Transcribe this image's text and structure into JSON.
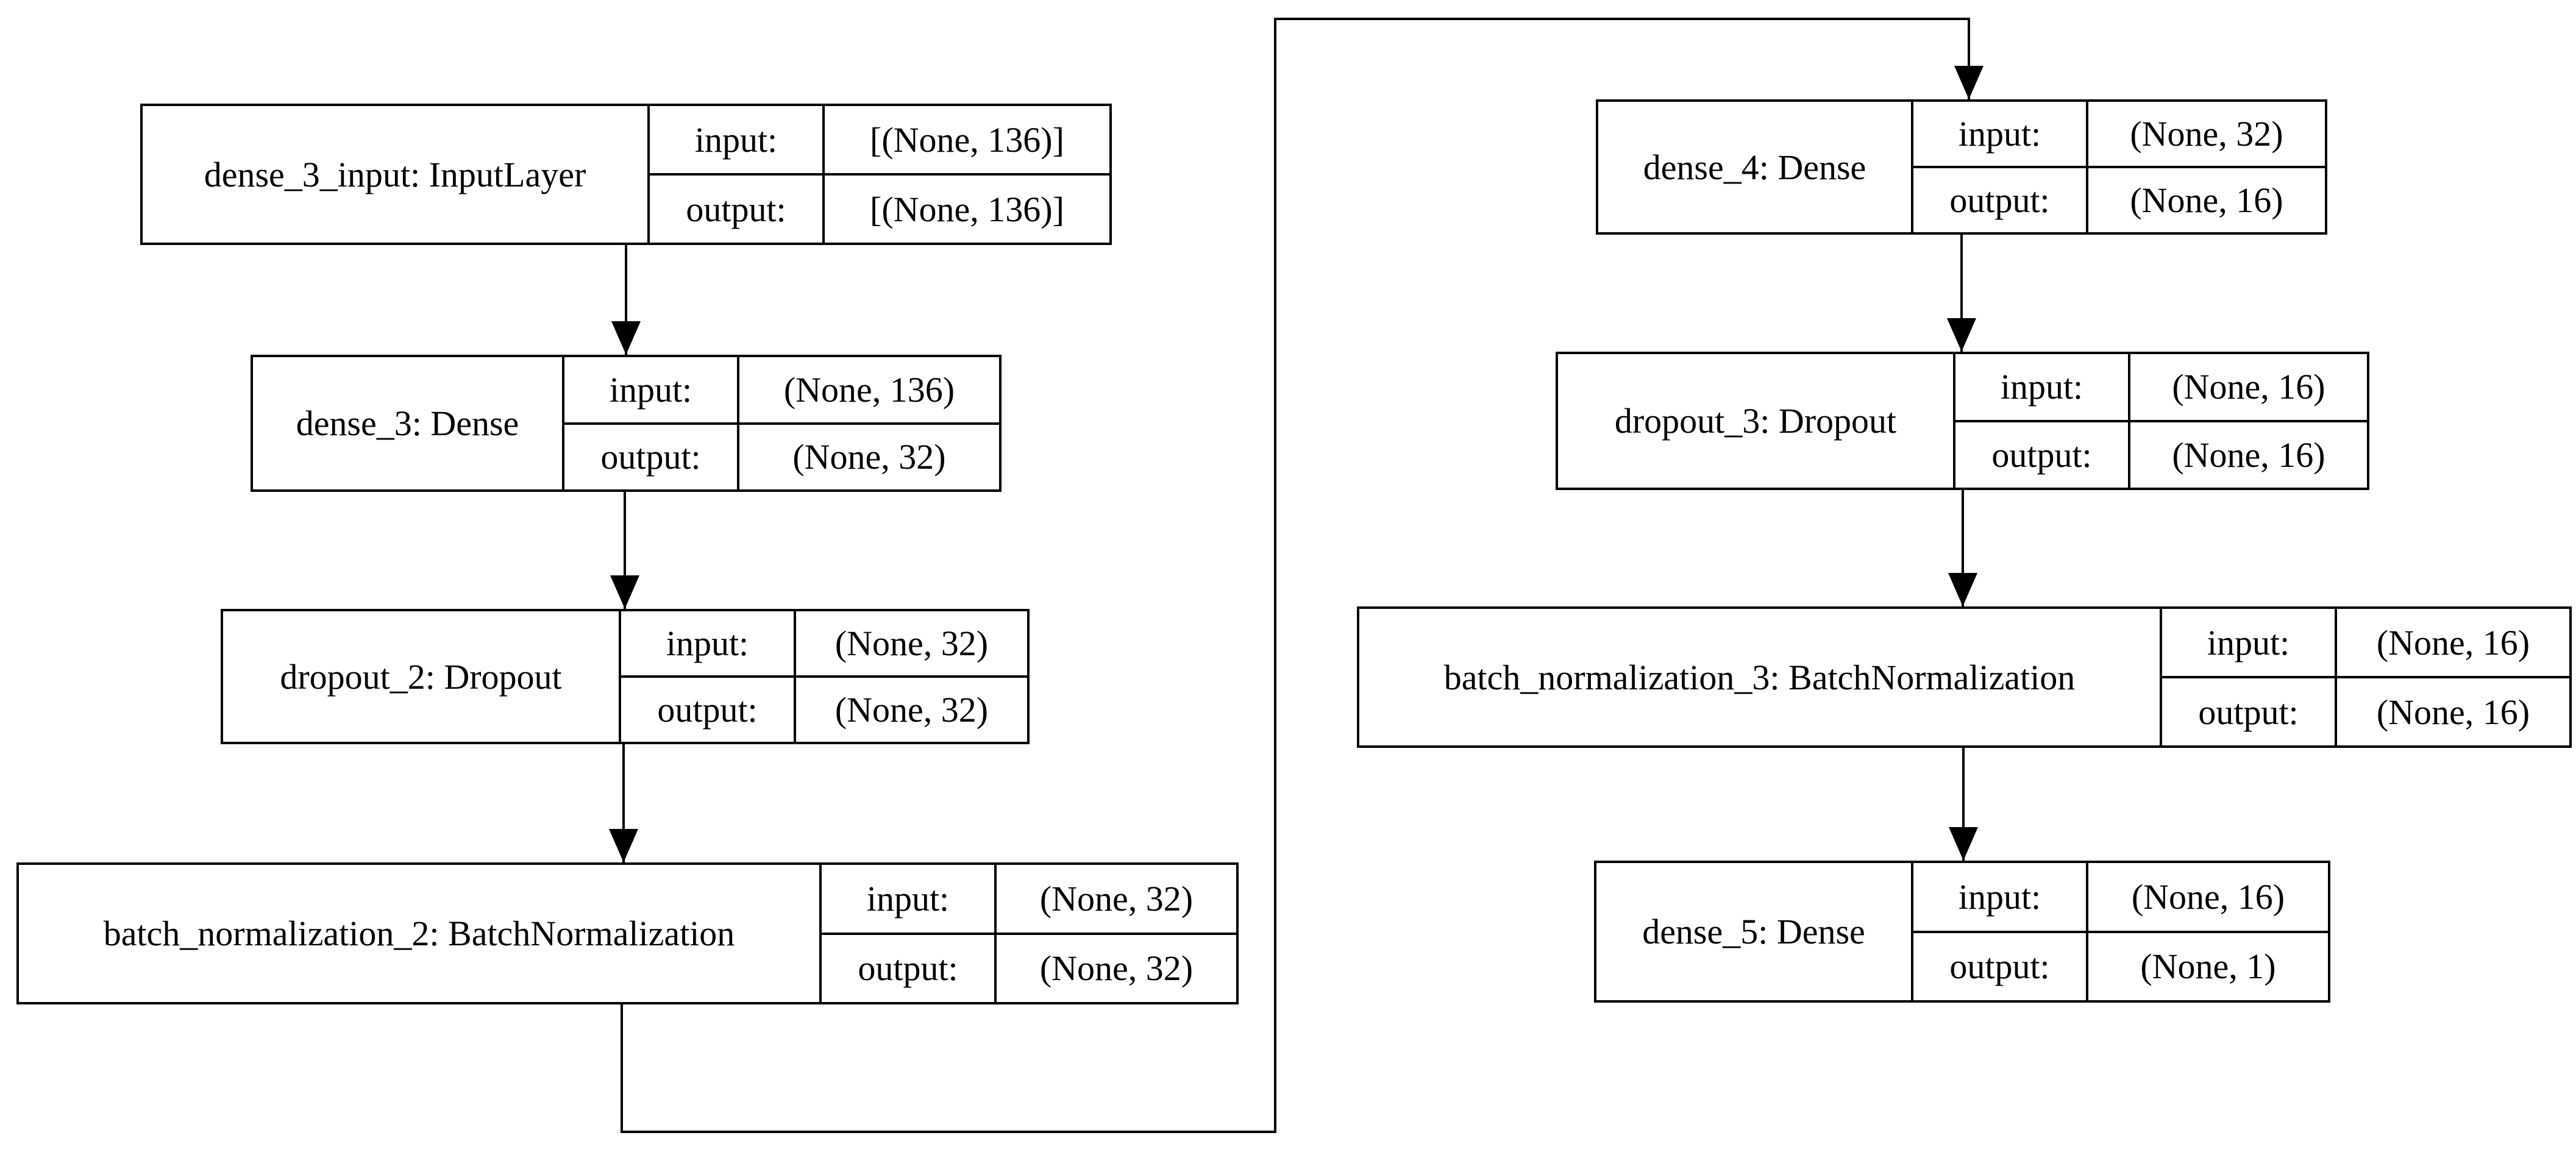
{
  "diagram": {
    "type": "keras-model-plot",
    "colors": {
      "background": "#ffffff",
      "border": "#000000",
      "text": "#000000",
      "edge": "#000000"
    },
    "io": {
      "input_label": "input:",
      "output_label": "output:"
    },
    "nodes": [
      {
        "id": "dense_3_input",
        "label": "dense_3_input: InputLayer",
        "layer_type": "InputLayer",
        "input_shape": "[(None, 136)]",
        "output_shape": "[(None, 136)]"
      },
      {
        "id": "dense_3",
        "label": "dense_3: Dense",
        "layer_type": "Dense",
        "input_shape": "(None, 136)",
        "output_shape": "(None, 32)"
      },
      {
        "id": "dropout_2",
        "label": "dropout_2: Dropout",
        "layer_type": "Dropout",
        "input_shape": "(None, 32)",
        "output_shape": "(None, 32)"
      },
      {
        "id": "batch_normalization_2",
        "label": "batch_normalization_2: BatchNormalization",
        "layer_type": "BatchNormalization",
        "input_shape": "(None, 32)",
        "output_shape": "(None, 32)"
      },
      {
        "id": "dense_4",
        "label": "dense_4: Dense",
        "layer_type": "Dense",
        "input_shape": "(None, 32)",
        "output_shape": "(None, 16)"
      },
      {
        "id": "dropout_3",
        "label": "dropout_3: Dropout",
        "layer_type": "Dropout",
        "input_shape": "(None, 16)",
        "output_shape": "(None, 16)"
      },
      {
        "id": "batch_normalization_3",
        "label": "batch_normalization_3: BatchNormalization",
        "layer_type": "BatchNormalization",
        "input_shape": "(None, 16)",
        "output_shape": "(None, 16)"
      },
      {
        "id": "dense_5",
        "label": "dense_5: Dense",
        "layer_type": "Dense",
        "input_shape": "(None, 16)",
        "output_shape": "(None, 1)"
      }
    ],
    "edges": [
      {
        "from": "dense_3_input",
        "to": "dense_3"
      },
      {
        "from": "dense_3",
        "to": "dropout_2"
      },
      {
        "from": "dropout_2",
        "to": "batch_normalization_2"
      },
      {
        "from": "batch_normalization_2",
        "to": "dense_4"
      },
      {
        "from": "dense_4",
        "to": "dropout_3"
      },
      {
        "from": "dropout_3",
        "to": "batch_normalization_3"
      },
      {
        "from": "batch_normalization_3",
        "to": "dense_5"
      }
    ]
  }
}
